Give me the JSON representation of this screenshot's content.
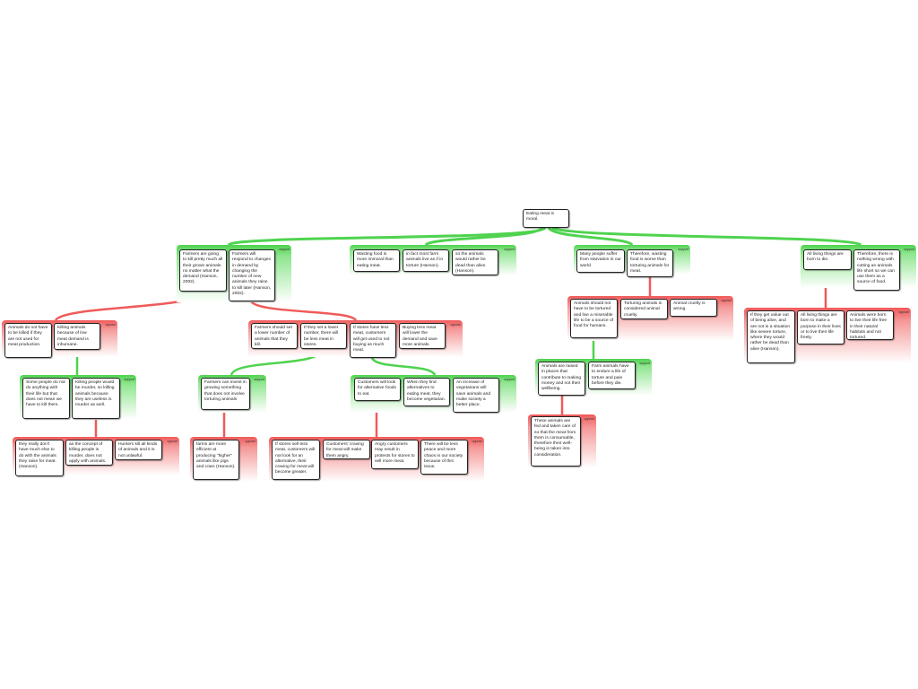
{
  "root": "Eating meat is moral.",
  "groups": [
    {
      "type": "support",
      "label": "support",
      "boxes": [
        "Farmers are going to kill pretty much all their grown animals no matter what the demand (Hanson, 2002).",
        "Farmers will respond to changes in demand by changing the number of new animals they raise to kill later (Hanson, 2002)."
      ]
    },
    {
      "type": "support",
      "label": "support",
      "boxes": [
        "Wasting food is more immoral than eating meat.",
        "in fact most farm animals live as if in torture (Hanson).",
        "so the animals would rather be dead than alive. (Hanson)."
      ]
    },
    {
      "type": "support",
      "label": "support",
      "boxes": [
        "Many people suffer from starvation in our world.",
        "Therefore, wasting food is worse than torturing animals for meat."
      ]
    },
    {
      "type": "support",
      "label": "support",
      "boxes": [
        "All living things are born to die.",
        "Therefore, there is nothing wrong with cutting an animals life short so we can use them as a source of food."
      ]
    },
    {
      "type": "oppose",
      "label": "oppose",
      "boxes": [
        "Animals do not have to be killed if they are not used for meat production.",
        "Killing animals because of low meat demand is inhumane."
      ]
    },
    {
      "type": "support",
      "label": "support",
      "boxes": [
        "Some people do not do anything with their life but that does not mean we have to kill them.",
        "Killing people would be murder, so killing animals because they are useless is murder as well."
      ]
    },
    {
      "type": "oppose",
      "label": "oppose",
      "boxes": [
        "they really don't have much else to do with the animals they raise for meat. (Hanson).",
        "as the concept of killing people is murder, does not apply with animals.",
        "Hunters kill all kinds of animals and it is not unlawful."
      ]
    },
    {
      "type": "oppose",
      "label": "oppose",
      "boxes": [
        "Farmers should set a lower number of animals that they kill.",
        "If they set a lower number, there will be less meat in stores.",
        "If stores have less meat, customers will get used to not buying as much meat.",
        "Buying less meat will lower the demand and save more animals."
      ]
    },
    {
      "type": "support",
      "label": "support",
      "boxes": [
        "Farmers can invest in growing something that does not involve torturing animals"
      ]
    },
    {
      "type": "support",
      "label": "support",
      "boxes": [
        "Customers will look for alternative foods to eat.",
        "When they find alternatives to eating meat, they become vegetarian.",
        "An increase of vegetarians will save animals and make society a better place."
      ]
    },
    {
      "type": "oppose",
      "label": "oppose",
      "boxes": [
        "farms are more efficient at producing \"higher\" animals like pigs and cows (Hanson)."
      ]
    },
    {
      "type": "oppose",
      "label": "oppose",
      "boxes": [
        "If stores sell less meat, customers will not look for an alternative, their craving for meat will become greater.",
        "Customers' craving for meat will make them angry.",
        "Angry customers may result in protests for stores to sell more meat.",
        "There will be less peace and more chaos in our society because of this issue."
      ]
    },
    {
      "type": "oppose",
      "label": "oppose",
      "boxes": [
        "Animals should not have to be tortured and live a miserable life to be a source of food for humans.",
        "Torturing animals is considered animal cruelty.",
        "Animal cruelty is wrong."
      ]
    },
    {
      "type": "support",
      "label": "support",
      "boxes": [
        "Animals are raised in places that contribute to making money and not their wellbeing.",
        "Farm animals have to endure a life of torture and pain before they die."
      ]
    },
    {
      "type": "oppose",
      "label": "oppose",
      "boxes": [
        "These animals are fed and taken care of so that the meat from them is consumable, therefore their well-being is taken into consideration."
      ]
    },
    {
      "type": "oppose",
      "label": "oppose",
      "boxes": [
        "If they get value out of being alive, and are not in a situation like severe torture, where they would rather be dead than alive (Hanson).",
        "All living things are born to make a purpose in their lives or to live their life freely.",
        "Animals were born to live their life free in their natural habitats and not tortured."
      ]
    }
  ],
  "colors": {
    "support": "#4fd34f",
    "oppose": "#f05a5a"
  }
}
